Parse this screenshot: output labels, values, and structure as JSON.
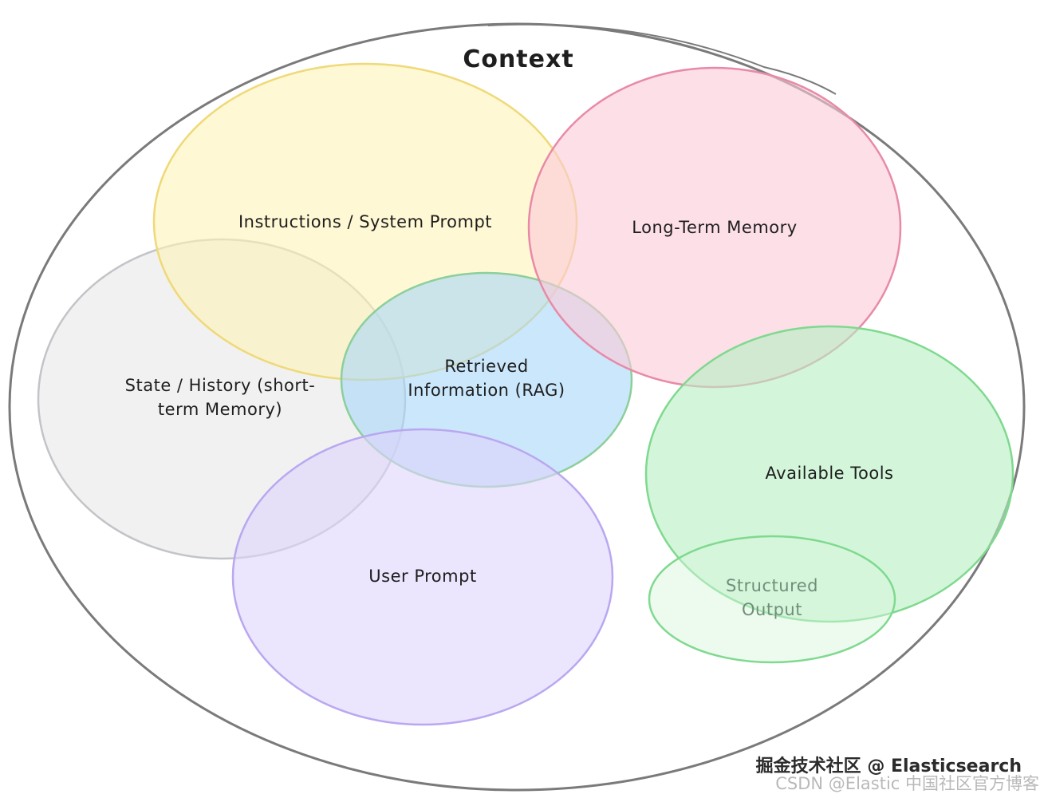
{
  "diagram": {
    "title": "Context",
    "sets": [
      {
        "id": "instructions",
        "label": "Instructions / System Prompt",
        "fill": "#fdf3b8",
        "stroke": "#efd978"
      },
      {
        "id": "long-term-memory",
        "label": "Long-Term Memory",
        "fill": "#fbc9d8",
        "stroke": "#e88aa7"
      },
      {
        "id": "state-history",
        "label_lines": [
          "State / History (short-",
          "term Memory)"
        ],
        "fill": "#e7e8ea",
        "stroke": "#c2c4c8"
      },
      {
        "id": "rag",
        "label_lines": [
          "Retrieved",
          "Information (RAG)"
        ],
        "fill": "#a9d7f9",
        "stroke": "#8ccf9a"
      },
      {
        "id": "user-prompt",
        "label": "User Prompt",
        "fill": "#ddd4fb",
        "stroke": "#b9a7f0"
      },
      {
        "id": "available-tools",
        "label": "Available Tools",
        "fill": "#b6f0c1",
        "stroke": "#7fd98f"
      },
      {
        "id": "structured-output",
        "label_lines": [
          "Structured",
          "Output"
        ],
        "fill": "#d7f6dc",
        "stroke": "#7fd98f"
      }
    ]
  },
  "watermark": {
    "line1": "掘金技术社区 @ Elasticsearch",
    "line2": "CSDN @Elastic 中国社区官方博客"
  }
}
